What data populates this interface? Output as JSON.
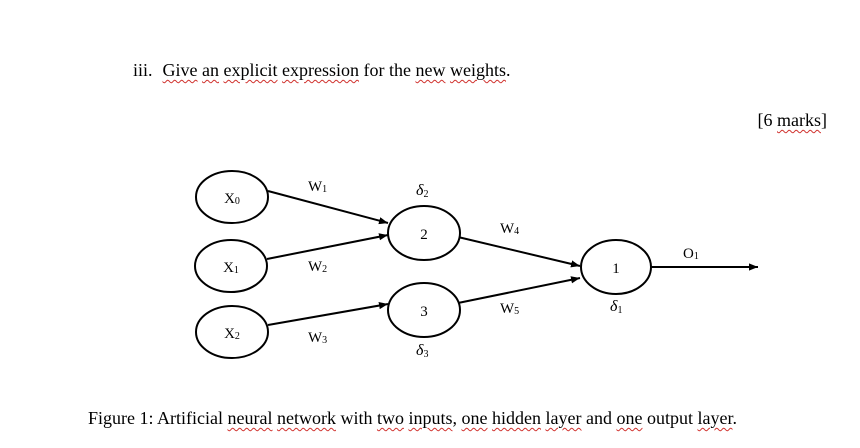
{
  "question": {
    "number": "iii.",
    "words": [
      {
        "text": "Give",
        "squiggle": true
      },
      {
        "text": " "
      },
      {
        "text": "an",
        "squiggle": true
      },
      {
        "text": " "
      },
      {
        "text": "explicit",
        "squiggle": true
      },
      {
        "text": " "
      },
      {
        "text": "expression",
        "squiggle": true
      },
      {
        "text": " for the "
      },
      {
        "text": "new",
        "squiggle": true
      },
      {
        "text": " "
      },
      {
        "text": "weights",
        "squiggle": true
      },
      {
        "text": "."
      }
    ]
  },
  "marks": {
    "open": "[6 ",
    "word": "marks",
    "close": "]"
  },
  "network": {
    "nodes": {
      "x0": {
        "label": "X",
        "sub": "0"
      },
      "x1": {
        "label": "X",
        "sub": "1"
      },
      "x2": {
        "label": "X",
        "sub": "2"
      },
      "h2": {
        "label": "2"
      },
      "h3": {
        "label": "3"
      },
      "o1": {
        "label": "1"
      }
    },
    "weights": {
      "w1": {
        "label": "W",
        "sub": "1"
      },
      "w2": {
        "label": "W",
        "sub": "2"
      },
      "w3": {
        "label": "W",
        "sub": "3"
      },
      "w4": {
        "label": "W",
        "sub": "4"
      },
      "w5": {
        "label": "W",
        "sub": "5"
      },
      "o1": {
        "label": "O",
        "sub": "1"
      }
    },
    "deltas": {
      "d2": {
        "label": "δ",
        "sub": "2"
      },
      "d3": {
        "label": "δ",
        "sub": "3"
      },
      "d1": {
        "label": "δ",
        "sub": "1"
      }
    }
  },
  "caption": {
    "words": [
      {
        "text": "Figure 1: Artificial "
      },
      {
        "text": "neural",
        "squiggle": true
      },
      {
        "text": " "
      },
      {
        "text": "network",
        "squiggle": true
      },
      {
        "text": " with "
      },
      {
        "text": "two",
        "squiggle": true
      },
      {
        "text": " "
      },
      {
        "text": "inputs",
        "squiggle": true
      },
      {
        "text": ", "
      },
      {
        "text": "one",
        "squiggle": true
      },
      {
        "text": " "
      },
      {
        "text": "hidden",
        "squiggle": true
      },
      {
        "text": " "
      },
      {
        "text": "layer",
        "squiggle": true
      },
      {
        "text": " and "
      },
      {
        "text": "one",
        "squiggle": true
      },
      {
        "text": " output "
      },
      {
        "text": "layer",
        "squiggle": true
      },
      {
        "text": "."
      }
    ]
  }
}
